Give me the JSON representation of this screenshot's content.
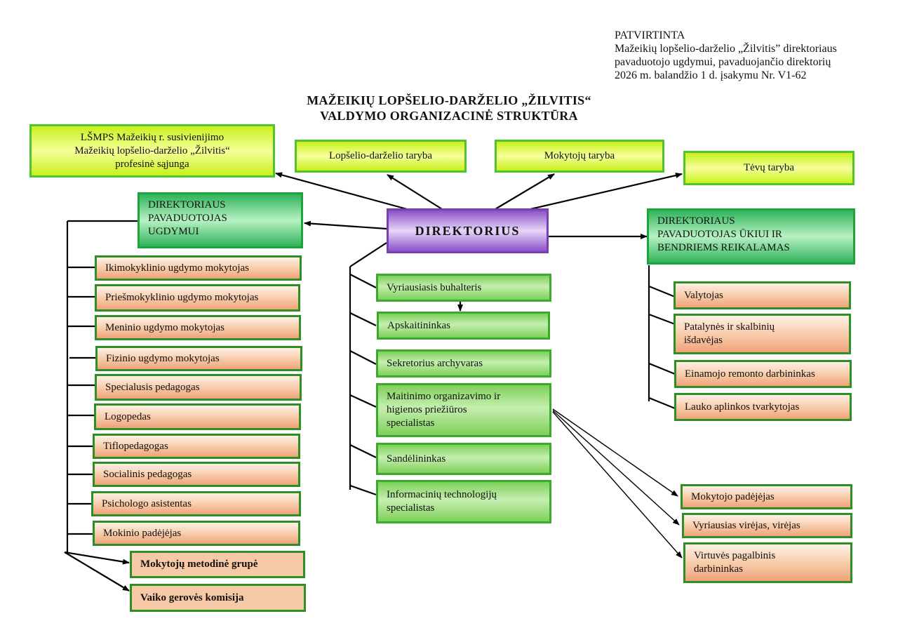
{
  "approval": {
    "heading": "PATVIRTINTA",
    "lines": [
      "Mažeikių lopšelio-darželio „Žilvitis” direktoriaus",
      "pavaduotojo ugdymui, pavaduojančio direktorių",
      "2026 m. balandžio 1 d. įsakymu Nr. V1-62"
    ]
  },
  "title": {
    "line1": "MAŽEIKIŲ LOPŠELIO-DARŽELIO „ŽILVITIS“",
    "line2": "VALDYMO ORGANIZACINĖ STRUKTŪRA"
  },
  "director": "DIREKTORIUS",
  "councils": {
    "union": [
      "LŠMPS Mažeikių r. susivienijimo",
      "Mažeikių lopšelio-darželio „Žilvitis“",
      "profesinė sąjunga"
    ],
    "kindergarten_council": "Lopšelio-darželio taryba",
    "teachers_council": "Mokytojų taryba",
    "parents_council": "Tėvų taryba"
  },
  "deputy_education": {
    "lines": [
      "DIREKTORIAUS",
      "PAVADUOTOJAS",
      "UGDYMUI"
    ],
    "staff": [
      "Ikimokyklinio ugdymo mokytojas",
      "Priešmokyklinio ugdymo mokytojas",
      "Meninio ugdymo mokytojas",
      "Fizinio ugdymo mokytojas",
      "Specialusis pedagogas",
      "Logopedas",
      "Tiflopedagogas",
      "Socialinis pedagogas",
      "Psichologo asistentas",
      "Mokinio padėjėjas"
    ],
    "groups": [
      "Mokytojų metodinė grupė",
      "Vaiko gerovės komisija"
    ]
  },
  "director_staff": [
    "Vyriausiasis buhalteris",
    "Apskaitininkas",
    "Sekretorius archyvaras",
    [
      "Maitinimo organizavimo ir",
      "higienos priežiūros",
      "specialistas"
    ],
    "Sandėlininkas",
    [
      "Informacinių technologijų",
      "specialistas"
    ]
  ],
  "deputy_household": {
    "lines": [
      "DIREKTORIAUS",
      "PAVADUOTOJAS ŪKIUI IR",
      "BENDRIEMS REIKALAMAS"
    ],
    "staff": [
      "Valytojas",
      [
        "Patalynės ir skalbinių",
        "išdavėjas"
      ],
      "Einamojo remonto darbininkas",
      "Lauko aplinkos tvarkytojas"
    ]
  },
  "catering_staff": [
    "Mokytojo padėjėjas",
    "Vyriausias virėjas, virėjas",
    [
      "Virtuvės pagalbinis",
      "darbininkas"
    ]
  ]
}
